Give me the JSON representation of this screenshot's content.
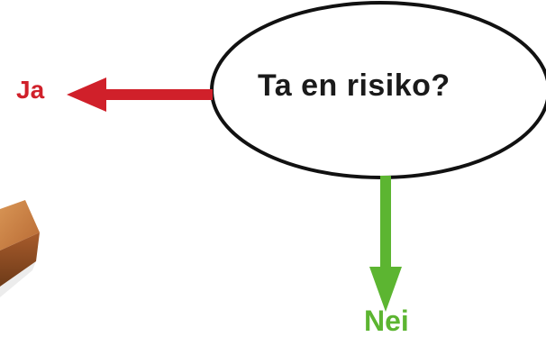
{
  "diagram": {
    "question": "Ta en risiko?",
    "yes_label": "Ja",
    "no_label": "Nei"
  },
  "colors": {
    "yes": "#d0202a",
    "no": "#5cb531",
    "outline": "#111111",
    "wood": "#b86a34"
  },
  "icons": {
    "board": "wooden-plank"
  }
}
